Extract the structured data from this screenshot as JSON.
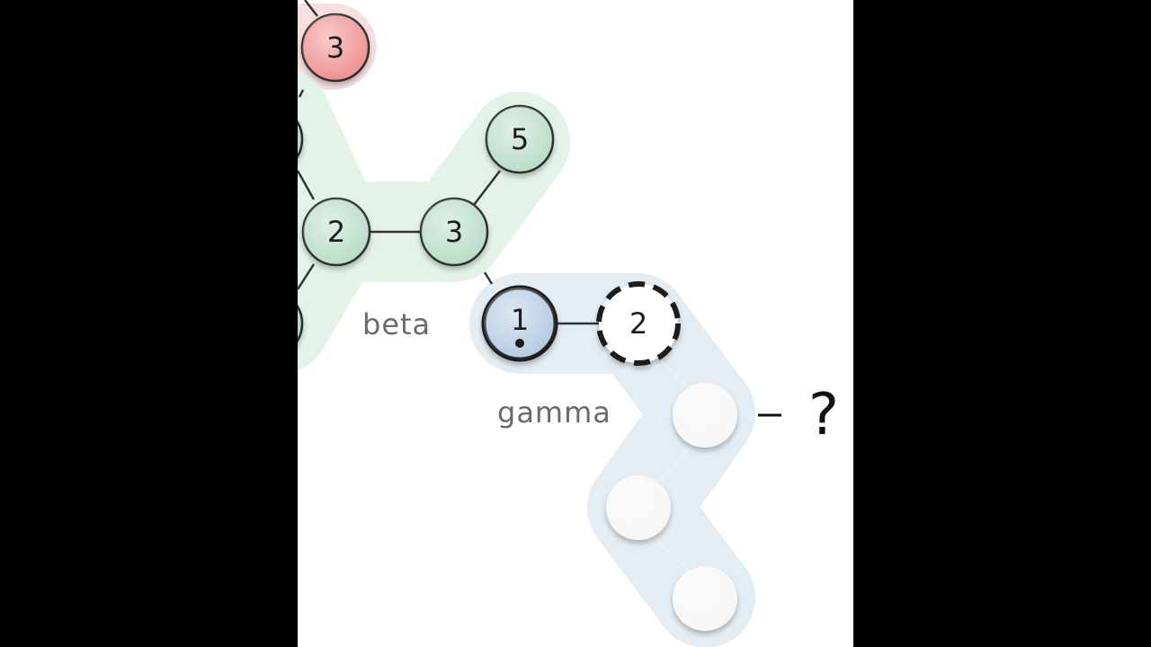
{
  "groups": {
    "beta": {
      "label": "beta",
      "color": "#e3f3e8"
    },
    "gamma": {
      "label": "gamma",
      "color": "#e4edf4"
    },
    "top": {
      "color": "#f9e0e0"
    }
  },
  "nodes": {
    "red3": {
      "label": "3",
      "fill": "#ef8d8d"
    },
    "g_edge_top": {
      "label": "",
      "fill": "#b7dcc6"
    },
    "g_edge_bot": {
      "label": "",
      "fill": "#b7dcc6"
    },
    "g2": {
      "label": "2",
      "fill": "#b7dcc6"
    },
    "g3": {
      "label": "3",
      "fill": "#b7dcc6"
    },
    "g5": {
      "label": "5",
      "fill": "#b7dcc6"
    },
    "b1": {
      "label": "1",
      "fill": "#b2c9e1"
    },
    "w2": {
      "label": "2",
      "fill": "#ffffff"
    },
    "e1": {
      "label": "",
      "fill": "#f6f6f6"
    },
    "e2": {
      "label": "",
      "fill": "#f6f6f6"
    },
    "e3": {
      "label": "",
      "fill": "#f6f6f6"
    }
  },
  "question_mark": "?"
}
